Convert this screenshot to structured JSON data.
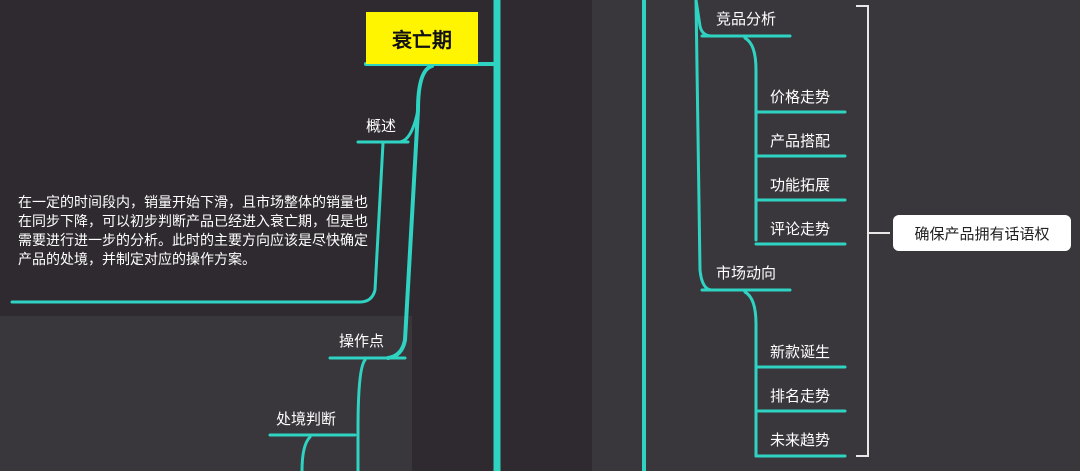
{
  "mindmap": {
    "central_topic": "衰亡期",
    "left": {
      "overview_label": "概述",
      "overview_text": "在一定的时间段内，销量开始下滑，且市场整体的销量也在同步下降，可以初步判断产品已经进入衰亡期，但是也需要进行进一步的分析。此时的主要方向应该是尽快确定产品的处境，并制定对应的操作方案。",
      "operation_label": "操作点",
      "situation_label": "处境判断"
    },
    "right": {
      "competitor": {
        "label": "竞品分析",
        "items": [
          "价格走势",
          "产品搭配",
          "功能拓展",
          "评论走势"
        ]
      },
      "market": {
        "label": "市场动向",
        "items": [
          "新款诞生",
          "排名走势",
          "未来趋势"
        ]
      },
      "summary": "确保产品拥有话语权"
    }
  },
  "colors": {
    "link": "#2fd3c2",
    "central_bg": "#fff500",
    "background_dark": "#2f2a30",
    "background_panel": "#39363c",
    "bracket": "#e8e8e8",
    "callout_bg": "#ffffff"
  }
}
